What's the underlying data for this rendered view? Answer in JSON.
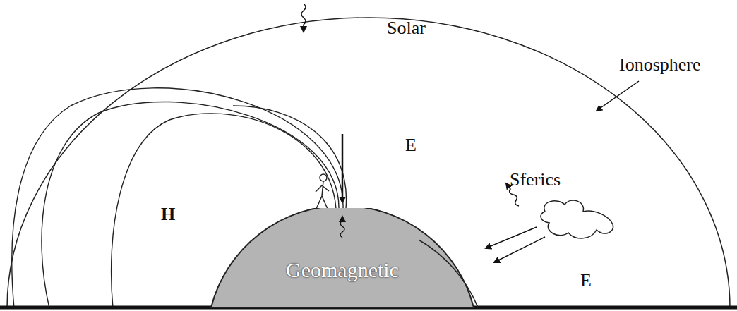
{
  "diagram": {
    "nodes": [
      {
        "text": [
          "Geomagnetic"
        ]
      }
    ],
    "labels": [
      "Solar",
      "Ionosphere",
      "E",
      "H",
      "Sferics",
      "E"
    ]
  }
}
